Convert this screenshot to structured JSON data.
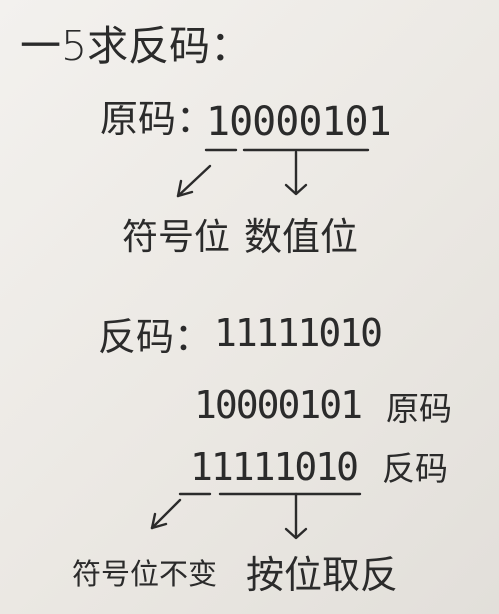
{
  "title": "一5求反码：",
  "section1": {
    "label": "原码：",
    "bits": "10000101",
    "sign_caption": "符号位",
    "value_caption": "数值位"
  },
  "section2": {
    "label": "反码：",
    "bits": "11111010",
    "row_original_bits": "10000101",
    "row_original_tag": "原码",
    "row_inverse_bits": "11111010",
    "row_inverse_tag": "反码",
    "sign_caption": "符号位不变",
    "value_caption": "按位取反"
  },
  "colors": {
    "ink": "#2b2b2b",
    "paper": "#efece8"
  }
}
